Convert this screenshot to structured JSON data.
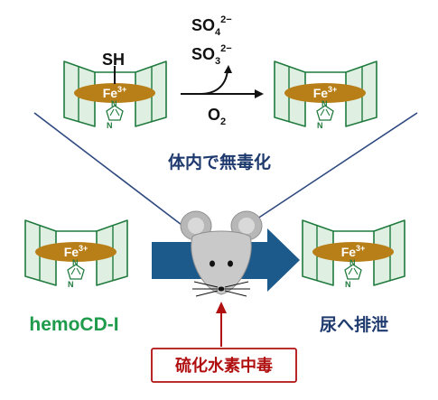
{
  "colors": {
    "cage_fill": "#dff0e3",
    "cage_stroke": "#1f7a3d",
    "heme_disc": "#b87f18",
    "fe_text": "#ffffff",
    "navy_text": "#1f3a6e",
    "green_text": "#1e9b4b",
    "red_text": "#b01010",
    "red_border": "#b01010",
    "big_arrow": "#1d5a8c",
    "line_navy": "#2f4a80",
    "mouse_body": "#c9c9c9",
    "mouse_ear": "#b7b7b7",
    "black": "#111111"
  },
  "fe_label": "Fe",
  "fe_charge": "3+",
  "imidazole_letter": "N",
  "reaction": {
    "thiol_label": "SH",
    "product_1": {
      "base": "SO",
      "sub": "4",
      "sup": "2−"
    },
    "product_2": {
      "base": "SO",
      "sub": "3",
      "sup": "2−"
    },
    "oxidant": {
      "base": "O",
      "sub": "2"
    }
  },
  "detox_label": "体内で無毒化",
  "compound_label": "hemoCD-I",
  "excretion_label": "尿へ排泄",
  "poisoning_label": "硫化水素中毒",
  "icons": {
    "cage": "cyclodextrin-cage-icon",
    "heme": "heme-iron-disc-icon",
    "imidazole": "imidazole-ring-icon",
    "mouse": "mouse-icon",
    "arrow": "right-arrow-icon"
  }
}
